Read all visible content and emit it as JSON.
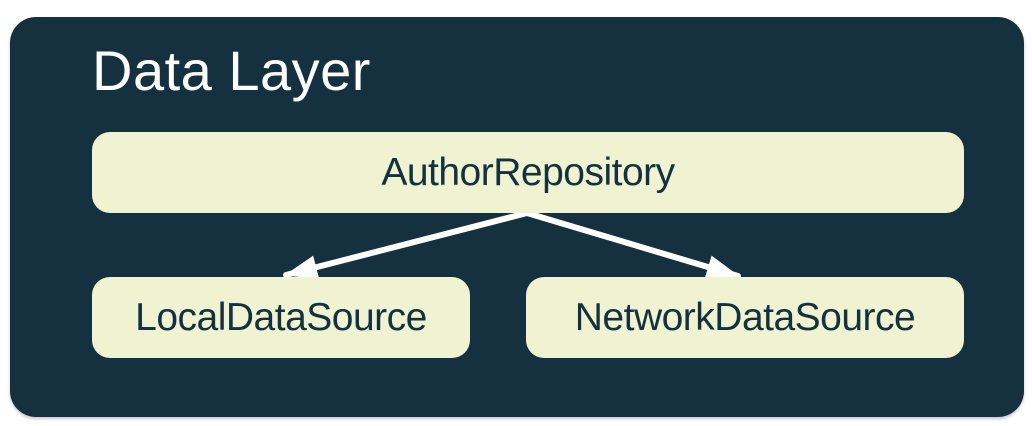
{
  "page": {
    "background": "#FFFFFF"
  },
  "diagram": {
    "title": "Data Layer",
    "nodes": [
      {
        "id": "author-repository",
        "label": "AuthorRepository"
      },
      {
        "id": "local-data-source",
        "label": "LocalDataSource"
      },
      {
        "id": "network-data-source",
        "label": "NetworkDataSource"
      }
    ],
    "edges": [
      {
        "from": "AuthorRepository",
        "to": "LocalDataSource",
        "style": "arrow"
      },
      {
        "from": "AuthorRepository",
        "to": "NetworkDataSource",
        "style": "arrow"
      }
    ],
    "colors": {
      "container_background": "#15313F",
      "node_background": "#EFF3D2",
      "node_text": "#15313F",
      "title_text": "#FDFEFE",
      "arrow": "#FFFFFF"
    }
  }
}
